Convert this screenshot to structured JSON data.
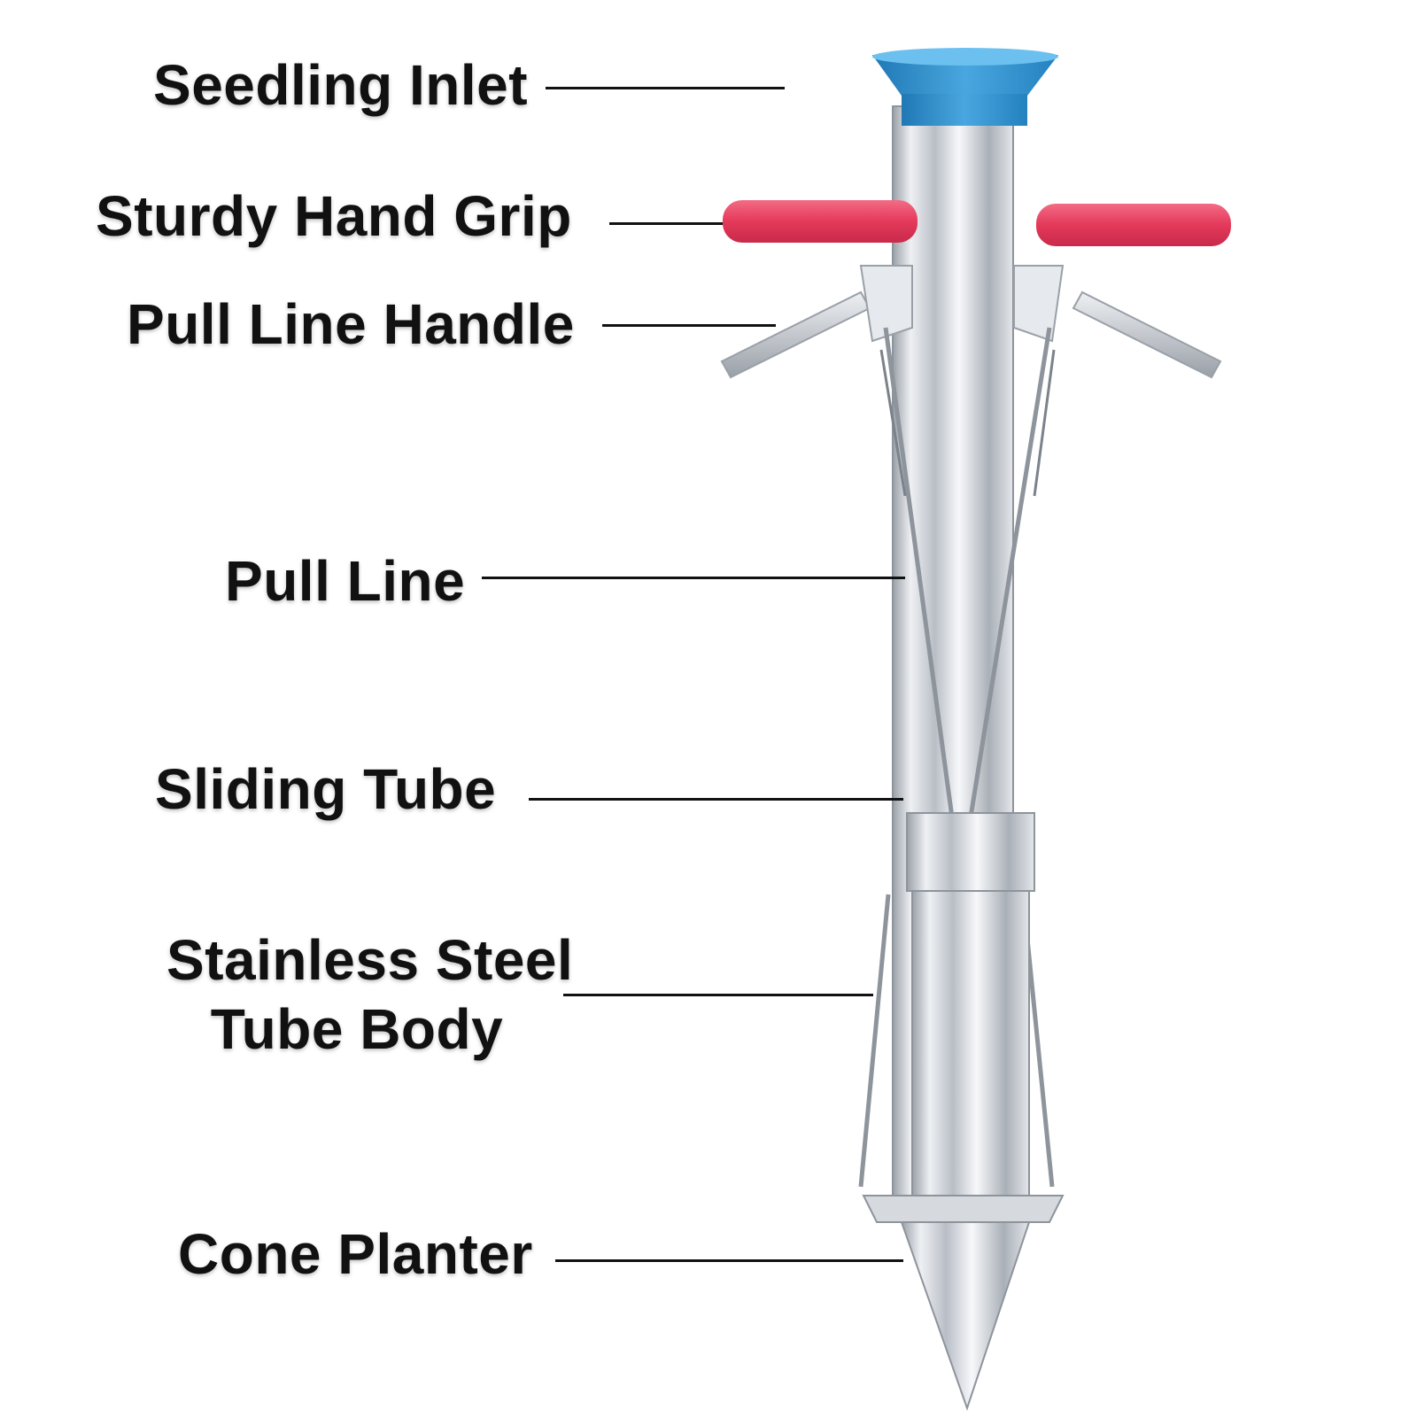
{
  "labels": {
    "seedling_inlet": "Seedling Inlet",
    "hand_grip": "Sturdy Hand Grip",
    "pull_line_handle": "Pull Line Handle",
    "pull_line": "Pull Line",
    "sliding_tube": "Sliding Tube",
    "tube_body_line1": "Stainless Steel",
    "tube_body_line2": "Tube Body",
    "cone_planter": "Cone Planter"
  },
  "colors": {
    "inlet": "#2f8fcf",
    "grip": "#e8405f",
    "steel": "#c8ccd2",
    "text": "#111111"
  }
}
